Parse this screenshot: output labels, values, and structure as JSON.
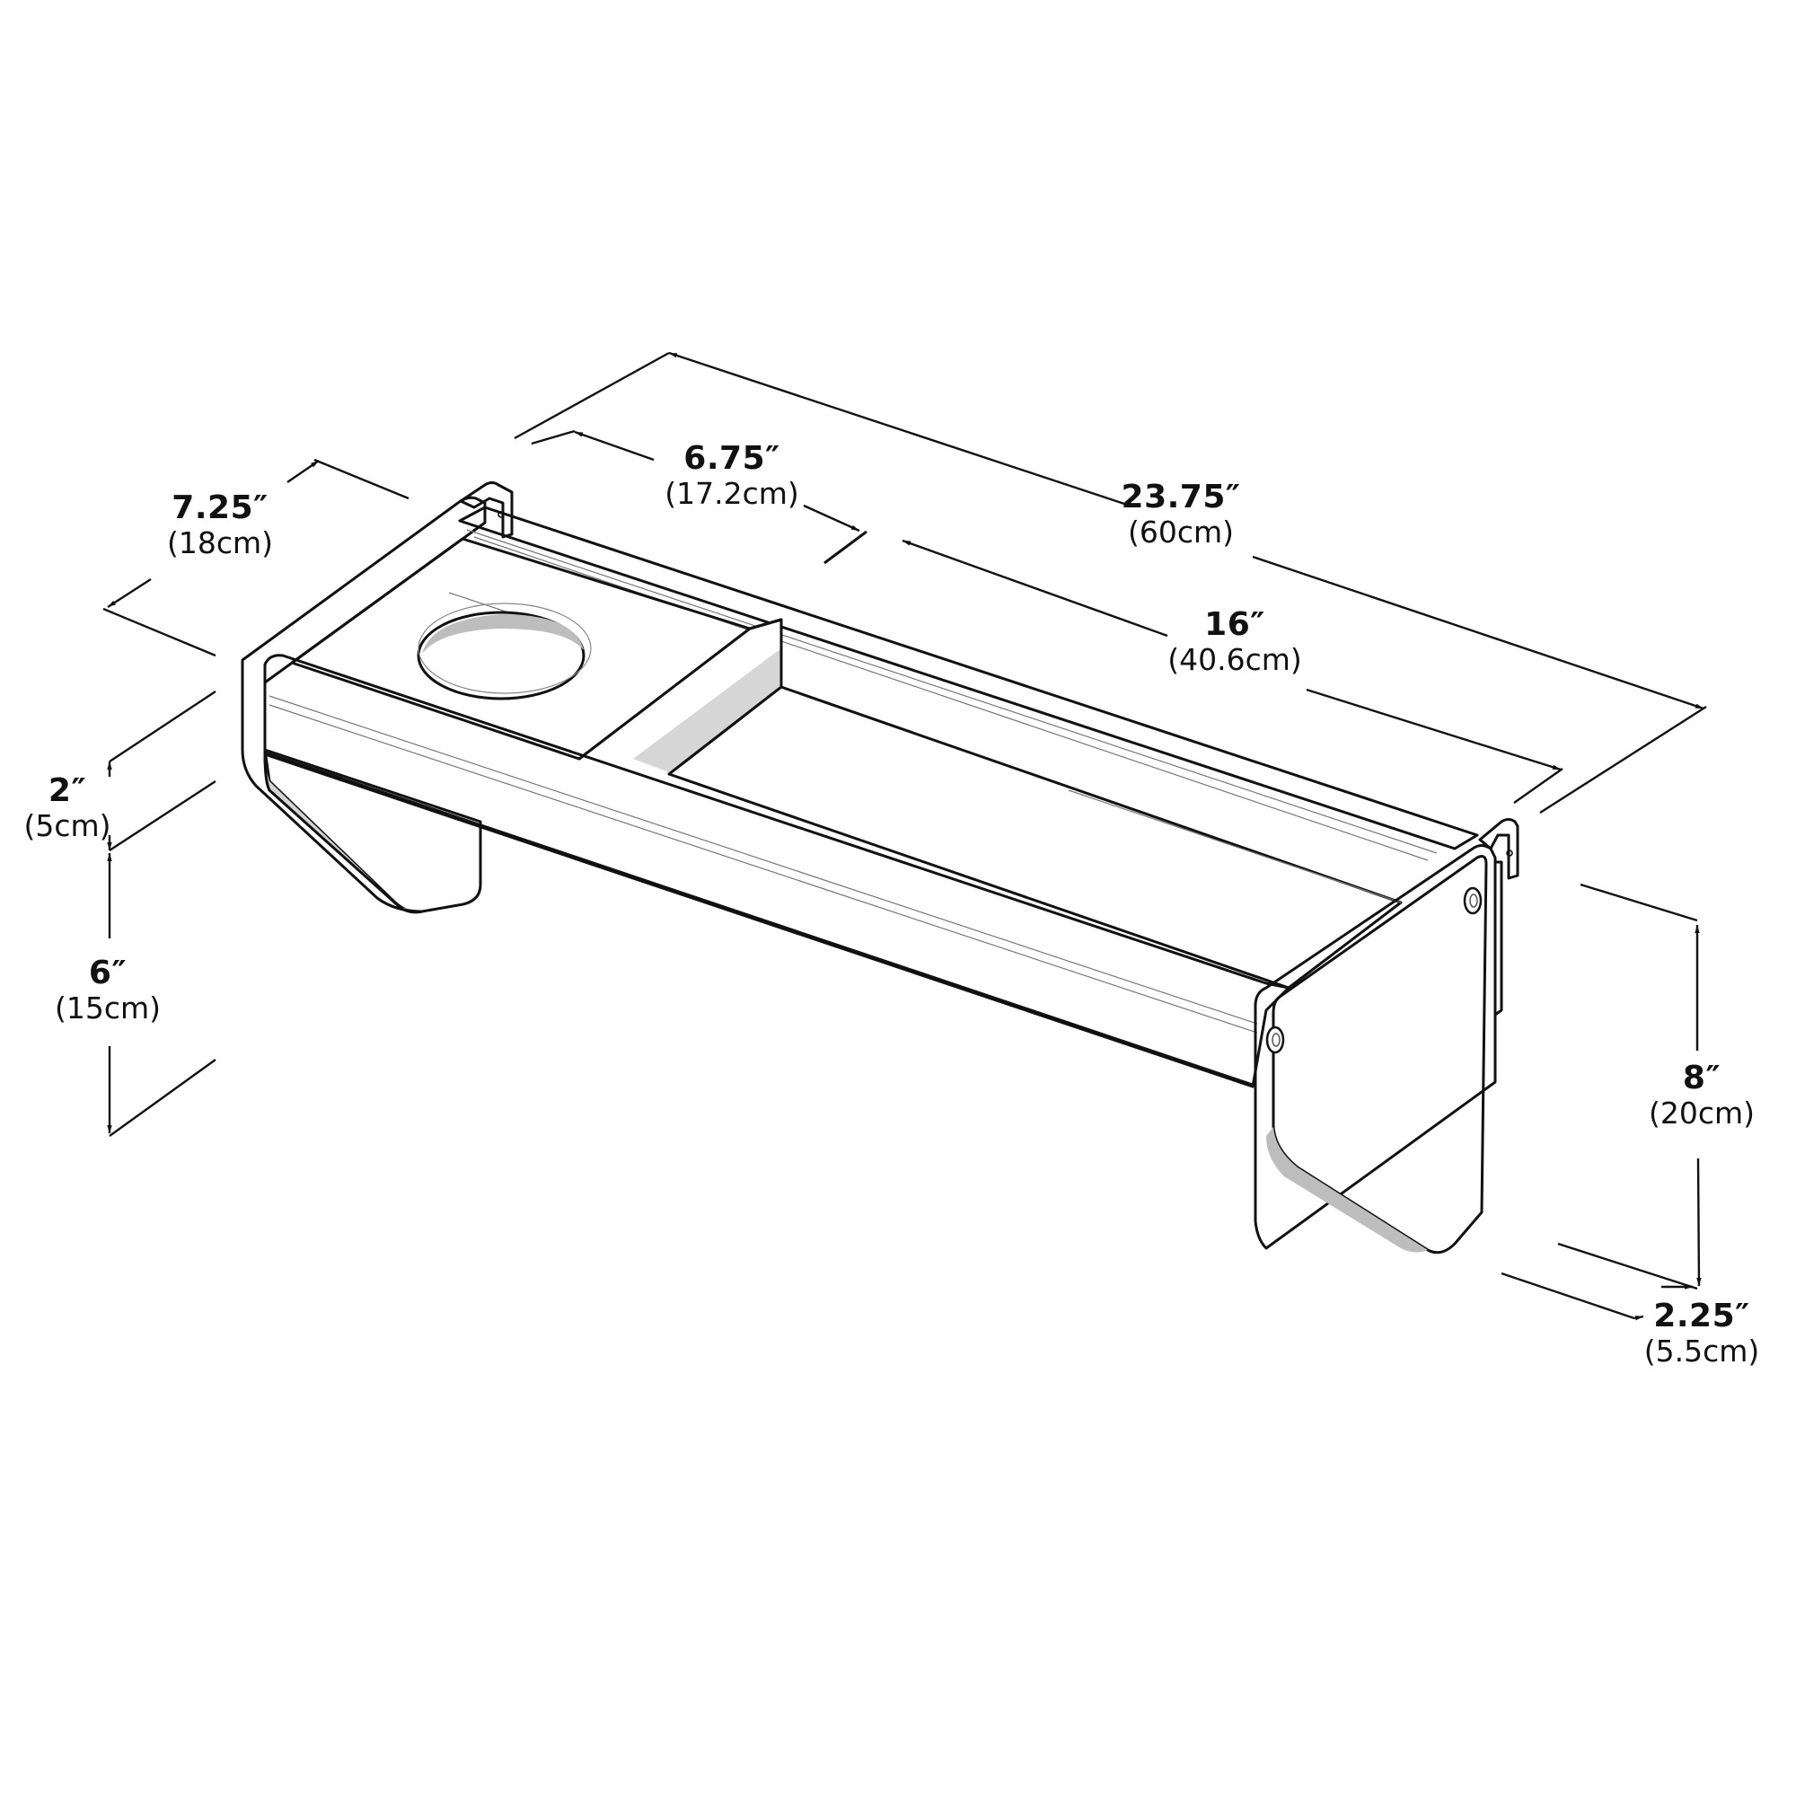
{
  "diagram": {
    "subject": "Wall-mounted shelf with cup holder and divider",
    "colors": {
      "outline": "#111111",
      "face_white": "#ffffff",
      "face_light_gray": "#d9d9d9",
      "face_mid_gray": "#bdbdbd",
      "face_dark_gray": "#a8a8a8"
    },
    "dimensions": {
      "depth": {
        "imperial": "7.25″",
        "metric": "(18cm)"
      },
      "cup_section": {
        "imperial": "6.75″",
        "metric": "(17.2cm)"
      },
      "overall_width": {
        "imperial": "23.75″",
        "metric": "(60cm)"
      },
      "open_section": {
        "imperial": "16″",
        "metric": "(40.6cm)"
      },
      "rail_height": {
        "imperial": "2″",
        "metric": "(5cm)"
      },
      "bracket_drop": {
        "imperial": "6″",
        "metric": "(15cm)"
      },
      "overall_height": {
        "imperial": "8″",
        "metric": "(20cm)"
      },
      "bracket_thickness": {
        "imperial": "2.25″",
        "metric": "(5.5cm)"
      }
    },
    "features": [
      "cup-hole",
      "divider",
      "left-bracket",
      "right-bracket",
      "wall-hook-left",
      "wall-hook-right",
      "screw-holes"
    ]
  }
}
